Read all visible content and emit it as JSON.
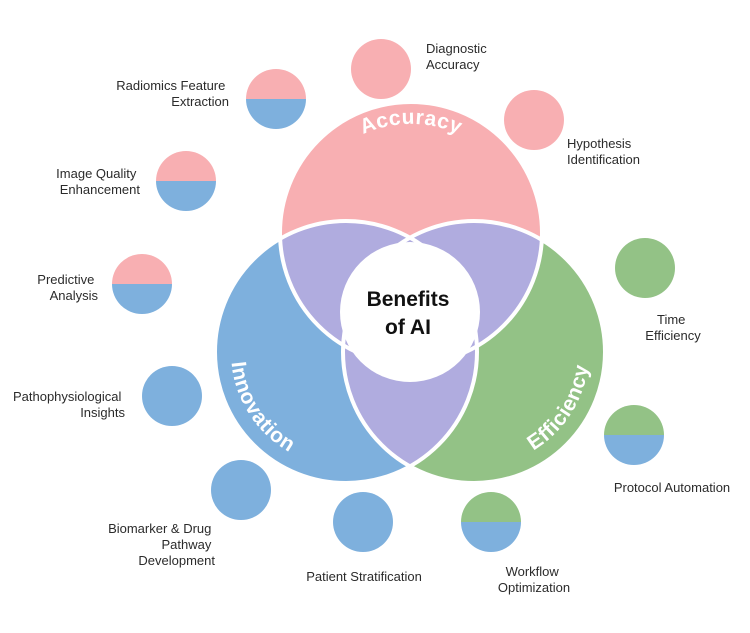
{
  "center": {
    "line1": "Benefits",
    "line2": "of AI"
  },
  "circles": {
    "accuracy": {
      "label": "Accuracy",
      "color": "#f8afb2"
    },
    "innovation": {
      "label": "Innovation",
      "color": "#7eb0dd"
    },
    "efficiency": {
      "label": "Efficiency",
      "color": "#93c286"
    },
    "overlap": {
      "color": "#b0acdf"
    }
  },
  "nodes": {
    "diagnostic_accuracy": {
      "lines": [
        "Diagnostic",
        "Accuracy"
      ],
      "colors": [
        "accuracy"
      ]
    },
    "hypothesis_identification": {
      "lines": [
        "Hypothesis",
        "Identification"
      ],
      "colors": [
        "accuracy"
      ]
    },
    "radiomics_feature_extraction": {
      "lines": [
        "Radiomics Feature",
        "Extraction"
      ],
      "colors": [
        "accuracy",
        "innovation"
      ]
    },
    "image_quality_enhancement": {
      "lines": [
        "Image Quality",
        "Enhancement"
      ],
      "colors": [
        "accuracy",
        "innovation"
      ]
    },
    "predictive_analysis": {
      "lines": [
        "Predictive",
        "Analysis"
      ],
      "colors": [
        "accuracy",
        "innovation"
      ]
    },
    "pathophysiological_insights": {
      "lines": [
        "Pathophysiological",
        "Insights"
      ],
      "colors": [
        "innovation"
      ]
    },
    "biomarker_drug_pathway_development": {
      "lines": [
        "Biomarker & Drug",
        "Pathway",
        "Development"
      ],
      "colors": [
        "innovation"
      ]
    },
    "patient_stratification": {
      "lines": [
        "Patient Stratification"
      ],
      "colors": [
        "innovation"
      ]
    },
    "workflow_optimization": {
      "lines": [
        "Workflow",
        "Optimization"
      ],
      "colors": [
        "efficiency",
        "innovation"
      ]
    },
    "protocol_automation": {
      "lines": [
        "Protocol Automation"
      ],
      "colors": [
        "efficiency",
        "innovation"
      ]
    },
    "time_efficiency": {
      "lines": [
        "Time",
        "Efficiency"
      ],
      "colors": [
        "efficiency"
      ]
    }
  }
}
